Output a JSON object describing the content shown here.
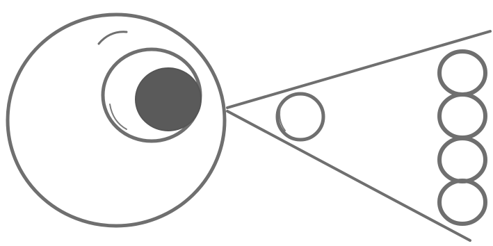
{
  "sketch": {
    "colors": {
      "background": "#ffffff",
      "stroke": "#6f6f6f",
      "fill_dark": "#5a5a5a"
    },
    "elements": [
      {
        "id": "eyeball-outline",
        "kind": "outer circle"
      },
      {
        "id": "iris-ring",
        "kind": "inner ring"
      },
      {
        "id": "pupil",
        "kind": "filled disc"
      },
      {
        "id": "eye-highlight-arc",
        "kind": "reflection arc"
      },
      {
        "id": "sight-line-upper",
        "kind": "line"
      },
      {
        "id": "sight-line-lower",
        "kind": "line"
      },
      {
        "id": "small-circle",
        "kind": "circle between lines"
      },
      {
        "id": "circle-stack",
        "kind": "column of 4 circles",
        "count": 4
      }
    ]
  }
}
